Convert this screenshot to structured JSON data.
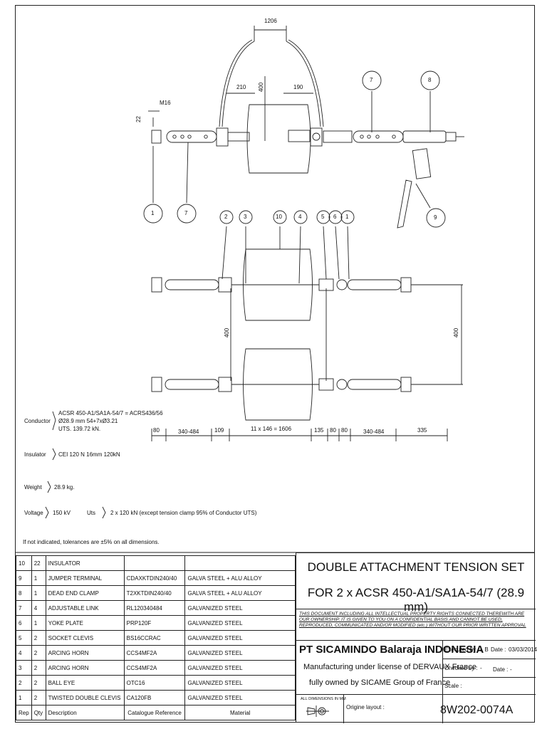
{
  "dimensions": {
    "top_span": "1206",
    "dim_210": "210",
    "dim_190": "190",
    "dim_400_top": "400",
    "m16": "M16",
    "dim_22": "22",
    "dim_400_left": "400",
    "dim_400_right": "400",
    "bottom_row": [
      "80",
      "340-484",
      "109",
      "11 x 146 = 1606",
      "135",
      "80",
      "80",
      "340-484",
      "335"
    ]
  },
  "balloons_top": [
    "7",
    "8",
    "1",
    "7",
    "9"
  ],
  "balloons_mid": [
    "2",
    "3",
    "10",
    "4",
    "5",
    "6",
    "1"
  ],
  "specs": {
    "conductor_label": "Conductor",
    "conductor_lines": [
      "ACSR 450-A1/SA1A-54/7 = ACRS436/56",
      "Ø28.9 mm 54+7xØ3.21",
      "UTS. 139.72 kN."
    ],
    "insulator_label": "Insulator",
    "insulator_value": "CEI 120 N 16mm 120kN",
    "weight_label": "Weight",
    "weight_value": "28.9 kg.",
    "voltage_label": "Voltage",
    "voltage_value": "150 kV",
    "uts_label": "Uts",
    "uts_value": "2 x 120 kN (except tension clamp 95% of Conductor UTS)",
    "tolerance_note": "If not indicated, tolerances are ±5% on all dimensions."
  },
  "parts": [
    {
      "rep": "10",
      "qty": "22",
      "desc": "INSULATOR",
      "ref": "",
      "material": ""
    },
    {
      "rep": "9",
      "qty": "1",
      "desc": "JUMPER TERMINAL",
      "ref": "CDAXKTDIN240/40",
      "material": "GALVA STEEL + ALU ALLOY"
    },
    {
      "rep": "8",
      "qty": "1",
      "desc": "DEAD END CLAMP",
      "ref": "T2XKTDIN240/40",
      "material": "GALVA STEEL + ALU ALLOY"
    },
    {
      "rep": "7",
      "qty": "4",
      "desc": "ADJUSTABLE LINK",
      "ref": "RL120340484",
      "material": "GALVANIZED STEEL"
    },
    {
      "rep": "6",
      "qty": "1",
      "desc": "YOKE PLATE",
      "ref": "PRP120F",
      "material": "GALVANIZED STEEL"
    },
    {
      "rep": "5",
      "qty": "2",
      "desc": "SOCKET CLEVIS",
      "ref": "BS16CCRAC",
      "material": "GALVANIZED STEEL"
    },
    {
      "rep": "4",
      "qty": "2",
      "desc": "ARCING HORN",
      "ref": "CCS4MF2A",
      "material": "GALVANIZED STEEL"
    },
    {
      "rep": "3",
      "qty": "2",
      "desc": "ARCING HORN",
      "ref": "CCS4MF2A",
      "material": "GALVANIZED STEEL"
    },
    {
      "rep": "2",
      "qty": "2",
      "desc": "BALL EYE",
      "ref": "OTC16",
      "material": "GALVANIZED STEEL"
    },
    {
      "rep": "1",
      "qty": "2",
      "desc": "TWISTED DOUBLE CLEVIS",
      "ref": "CA120FB",
      "material": "GALVANIZED STEEL"
    }
  ],
  "table_header": {
    "rep": "Rep",
    "qty": "Qty",
    "desc": "Description",
    "ref": "Catalogue Reference",
    "material": "Material"
  },
  "titleblock": {
    "title_line1": "DOUBLE ATTACHMENT TENSION SET",
    "title_line2": "FOR 2 x ACSR 450-A1/SA1A-54/7 (28.9 mm)",
    "notice": "THIS DOCUMENT INCLUDING ALL INTELLECTUAL PROPERTY RIGHTS CONNECTED THEREWITH ARE OUR OWNERSHIP. IT IS GIVEN TO YOU ON A CONFIDENTIAL BASIS AND CANNOT BE USED, REPRODUCED, COMMUNICATED AND/OR MODIFIED (etc.) WITHOUT OUR PRIOR WRITTEN APPROVAL",
    "company": "PT SICAMINDO Balaraja INDONESIA",
    "license1": "Manufacturing under license of DERVAUX France",
    "license2": "fully owned by SICAME Group of France",
    "executed_label": "Executed by :",
    "executed_value": "L B",
    "date_label": "Date :",
    "date_value": "03/03/2014",
    "checked_label": "Checked by :",
    "checked_value": "-",
    "date2_label": "Date :",
    "date2_value": "-",
    "scale_label": "Scale :",
    "units_note": "ALL DIMENSIONS IN MM",
    "origin_label": "Origine layout :",
    "drawing_code": "8W202-0074A"
  }
}
